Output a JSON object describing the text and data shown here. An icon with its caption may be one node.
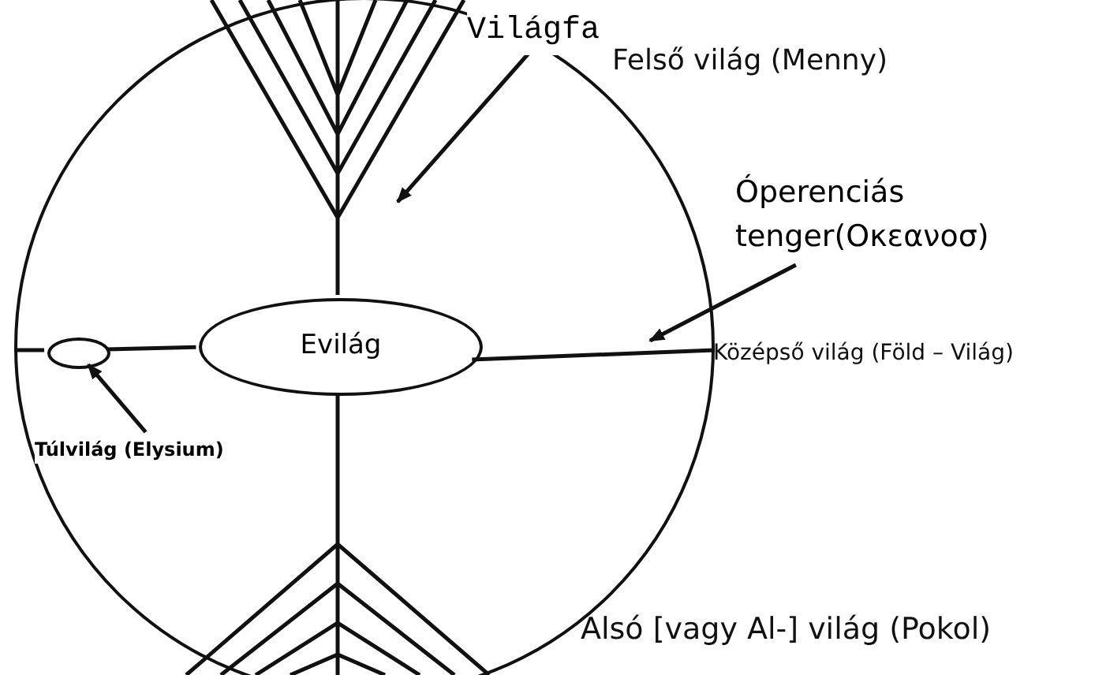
{
  "diagram": {
    "nodes": [
      {
        "text": [],
        "shape": "circle"
      },
      {
        "text": [
          "Evilág"
        ],
        "in": 0
      },
      {
        "text": [],
        "shape": "ellipse",
        "in": 0
      },
      {
        "text": [
          "Túlvilág (Elysium)"
        ],
        "in": 0
      },
      {
        "text": [
          "Világfa"
        ],
        "in": 0
      },
      {
        "text": [
          "Óperenciás tenger(Οκεανοσ)"
        ]
      }
    ],
    "edges": [
      {
        "from": 3,
        "to": 2,
        "arrow": "to"
      },
      {
        "from": 4,
        "to": null,
        "arrow": "to"
      },
      {
        "from": 5,
        "to": null,
        "arrow": "to"
      },
      {
        "from": 0,
        "to": 2,
        "arrow": "none"
      },
      {
        "from": 2,
        "to": 1,
        "arrow": "none"
      },
      {
        "from": 1,
        "to": 0,
        "arrow": "none"
      }
    ],
    "labels": [
      "Felső világ (Menny)",
      "Középső világ (Föld – Világ)",
      "Alsó [vagy Al-] világ (Pokol)"
    ]
  }
}
